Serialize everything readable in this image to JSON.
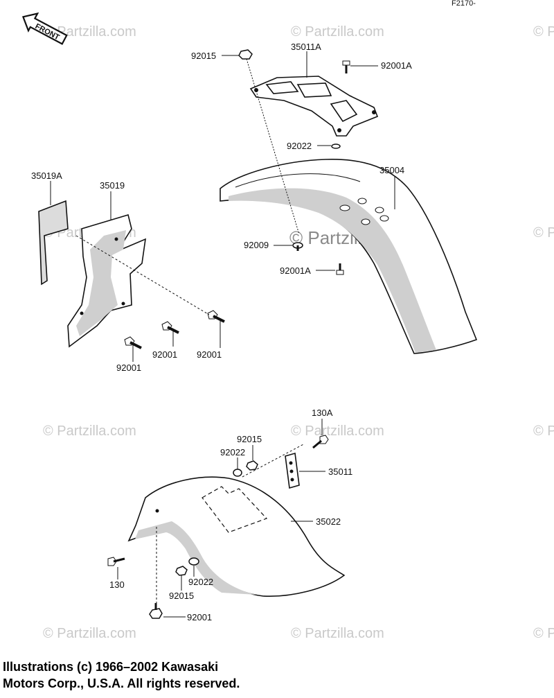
{
  "figure_code": "F2170-",
  "direction_label": "FRONT",
  "watermark": "© Partzilla.com",
  "labels": {
    "p92015_top": "92015",
    "p35011A": "35011A",
    "p92001A_top": "92001A",
    "p92022_top": "92022",
    "p35004": "35004",
    "p35019A": "35019A",
    "p35019": "35019",
    "p92009": "92009",
    "p92001A_mid": "92001A",
    "p92001_a": "92001",
    "p92001_b": "92001",
    "p92001_c": "92001",
    "p130A": "130A",
    "p92015_mid": "92015",
    "p92022_mid": "92022",
    "p35011": "35011",
    "p35022": "35022",
    "p130": "130",
    "p92022_low": "92022",
    "p92015_low": "92015",
    "p92001_low": "92001"
  },
  "copyright": {
    "line1": "Illustrations (c) 1966–2002 Kawasaki",
    "line2": "Motors Corp., U.S.A.  All rights reserved."
  }
}
